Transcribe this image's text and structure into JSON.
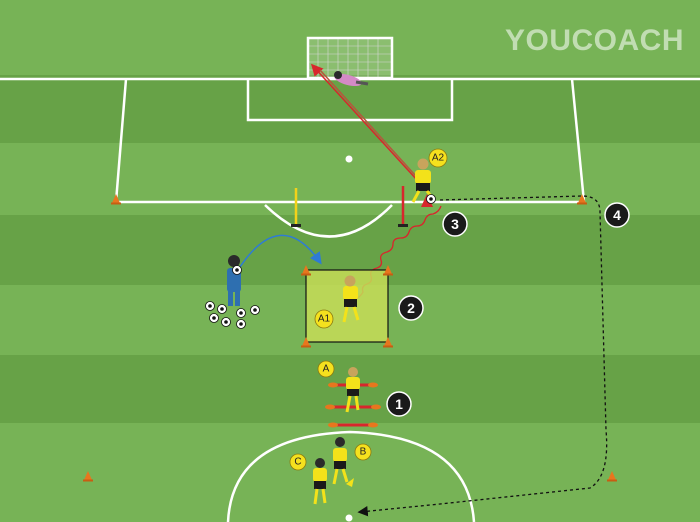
{
  "watermark": "YOUCOACH",
  "colors": {
    "grass_light": "#77b356",
    "grass_dark": "#67a247",
    "line": "#ffffff",
    "zone": "#c6dc57",
    "player_shirt": "#f3e21a",
    "player_shorts": "#1a1a1a",
    "keeper": "#2e6fb0",
    "goalkeeper_pink": "#d48ac6",
    "badge_yellow": "#f5e11e",
    "badge_black": "#1a1a1a",
    "cone_orange": "#e8761e",
    "pole_red": "#d8262c",
    "pole_yellow": "#f2d21a",
    "pass_blue": "#2e7bd6",
    "shot_red": "#c94a3a"
  },
  "player_labels": {
    "a2": "A2",
    "a1": "A1",
    "a": "A",
    "b": "B",
    "c": "C"
  },
  "step_labels": {
    "one": "1",
    "two": "2",
    "three": "3",
    "four": "4"
  },
  "icons": {
    "ball": "soccer-ball-icon",
    "cone": "cone-icon",
    "pole": "pole-icon",
    "goal": "goal-icon"
  }
}
